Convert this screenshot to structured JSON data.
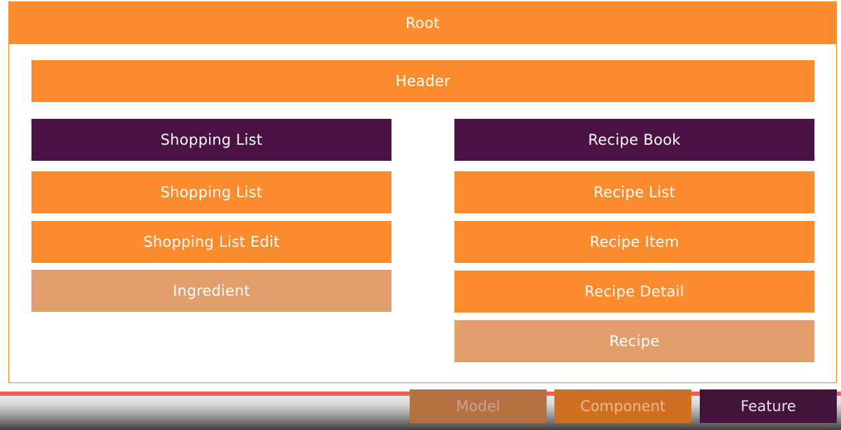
{
  "diagram": {
    "root_label": "Root",
    "header_label": "Header",
    "left_column": {
      "feature_label": "Shopping List",
      "components": [
        "Shopping List",
        "Shopping List Edit"
      ],
      "model_label": "Ingredient"
    },
    "right_column": {
      "feature_label": "Recipe Book",
      "components": [
        "Recipe List",
        "Recipe Item",
        "Recipe Detail"
      ],
      "model_label": "Recipe"
    }
  },
  "legend": {
    "model_label": "Model",
    "component_label": "Component",
    "feature_label": "Feature"
  },
  "colors": {
    "component": "#fc8c2d",
    "feature": "#4b1345",
    "model": "#e29e6b",
    "progress": "#ed5b5b"
  }
}
